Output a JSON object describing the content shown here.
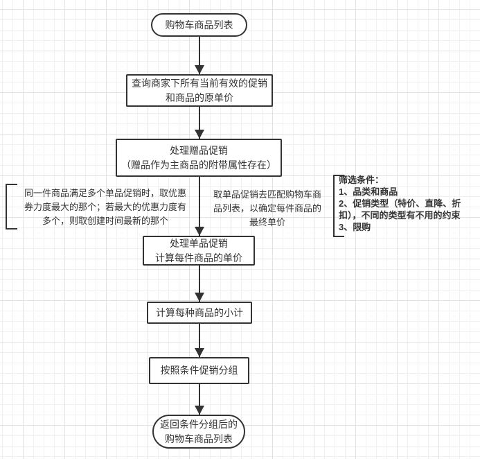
{
  "diagram": {
    "nodes": {
      "start": {
        "label": "购物车商品列表"
      },
      "query": {
        "label": "查询商家下所有当前有效的促销\n和商品的原单价"
      },
      "gift": {
        "label": "处理赠品促销\n（赠品作为主商品的附带属性存在）"
      },
      "single": {
        "label": "处理单品促销\n计算每件商品的单价"
      },
      "subtotal": {
        "label": "计算每种商品的小计"
      },
      "group": {
        "label": "按照条件促销分组"
      },
      "end": {
        "label": "返回条件分组后的\n购物车商品列表"
      }
    },
    "annotations": {
      "left_note": {
        "text": "同一件商品满足多个单品促销时，取优惠\n券力度最大的那个；若最大的优惠力度有\n多个，则取创建时间最新的那个"
      },
      "edge_note": {
        "text": "取单品促销去匹配购物车商\n品列表，以确定每件商品的\n最终单价"
      },
      "right_note": {
        "text": "筛选条件：\n1、品类和商品\n2、促销类型（特价、直降、折\n扣），不同的类型有不用的约束\n3、限购"
      }
    },
    "colors": {
      "stroke": "#333333",
      "text": "#333333",
      "node_fill": "#ffffff",
      "grid_minor": "#f1f1f1",
      "grid_major": "#e3e3e3",
      "canvas_bg": "#ffffff"
    }
  }
}
